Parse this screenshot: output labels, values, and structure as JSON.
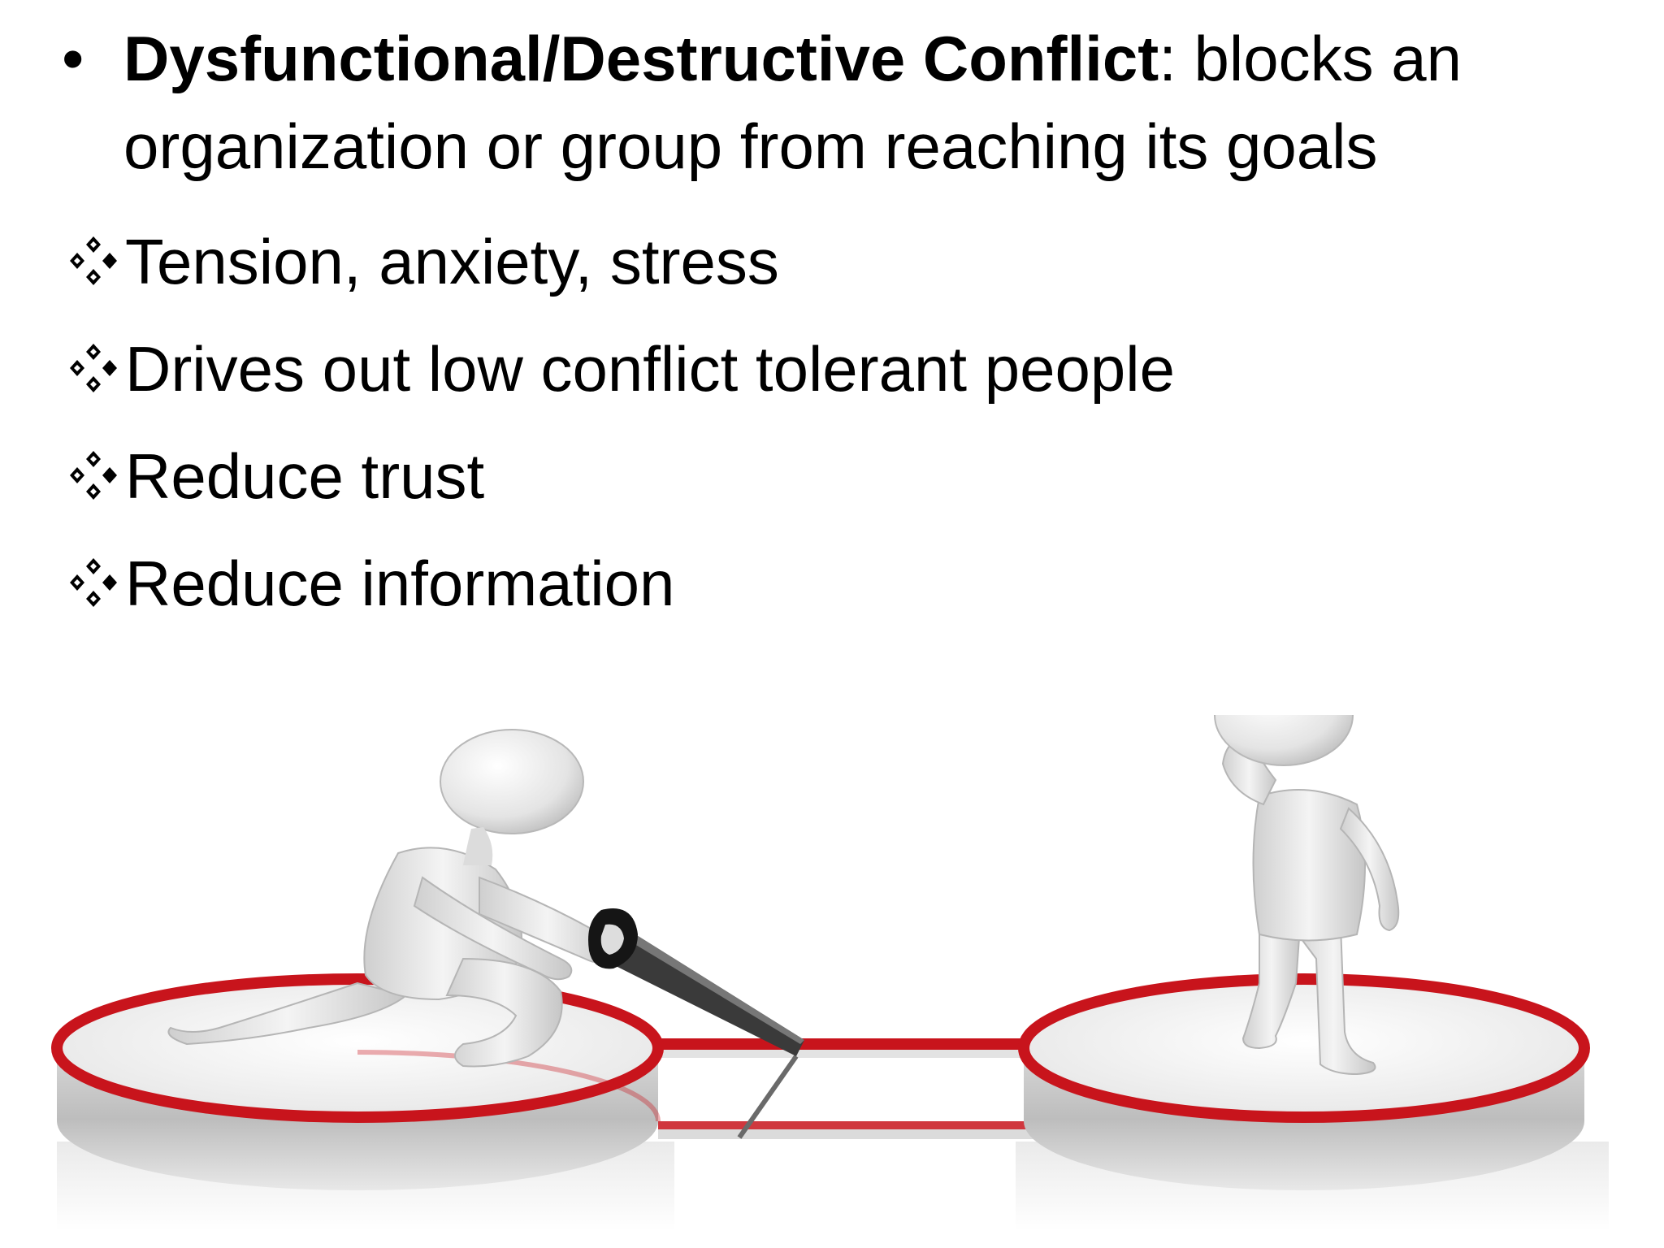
{
  "slide": {
    "main_bullet": {
      "marker": "•",
      "term": "Dysfunctional/Destructive Conflict",
      "separator": ":",
      "definition_line1": " blocks an",
      "definition_line2": "organization or group from reaching its goals"
    },
    "sub_items": [
      {
        "label": "Tension, anxiety, stress"
      },
      {
        "label": "Drives out low conflict tolerant people"
      },
      {
        "label": "Reduce trust"
      },
      {
        "label": "Reduce information"
      }
    ],
    "icons": {
      "sub_bullet": "diamond-cluster-icon"
    },
    "colors": {
      "text": "#000000",
      "platform_rim": "#c8141c",
      "figure": "#e9e9e9"
    }
  }
}
